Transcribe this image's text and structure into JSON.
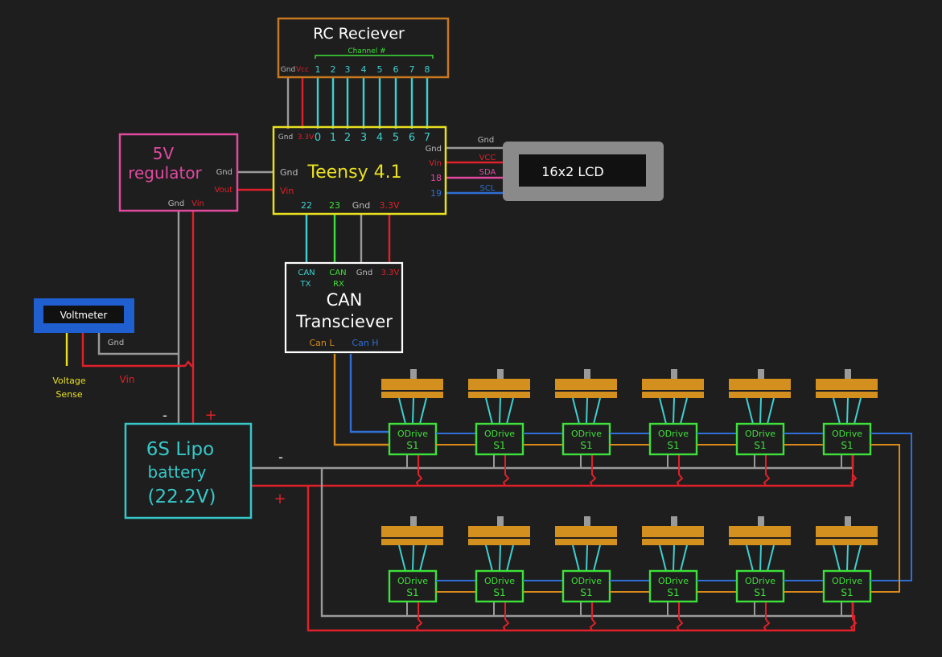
{
  "colors": {
    "background": "#1e1e1e",
    "gnd_wire": "#9a9a9a",
    "power_wire": "#e0202a",
    "signal_wire": "#3fd0d0",
    "can_high": "#2f6fd6",
    "can_low": "#d98a1a",
    "lcd_gray": "#8a8a8a",
    "teensy_yellow": "#e8e020",
    "regulator_pink": "#e24aa0",
    "odrive_green": "#3ee03a",
    "motor_orange": "#d4901e",
    "rc_border": "#c8781e",
    "battery_cyan": "#36c8c8",
    "voltmeter_blue": "#1f5fd0"
  },
  "rc_receiver": {
    "title": "RC Reciever",
    "channel_label": "Channel #",
    "gnd": "Gnd",
    "vcc": "Vcc",
    "channels": [
      "1",
      "2",
      "3",
      "4",
      "5",
      "6",
      "7",
      "8"
    ]
  },
  "teensy": {
    "title": "Teensy 4.1",
    "top_gnd": "Gnd",
    "top_33v": "3.3V",
    "top_pins": [
      "0",
      "1",
      "2",
      "3",
      "4",
      "5",
      "6",
      "7"
    ],
    "left_gnd": "Gnd",
    "left_vin": "Vin",
    "right_gnd": "Gnd",
    "right_vin": "Vin",
    "right_18": "18",
    "right_19": "19",
    "bottom_22": "22",
    "bottom_23": "23",
    "bottom_gnd": "Gnd",
    "bottom_33v": "3.3V"
  },
  "regulator": {
    "title_line1": "5V",
    "title_line2": "regulator",
    "gnd_right": "Gnd",
    "vout": "Vout",
    "gnd_bottom": "Gnd",
    "vin_bottom": "Vin"
  },
  "lcd": {
    "title": "16x2 LCD",
    "gnd": "Gnd",
    "vcc": "VCC",
    "sda": "SDA",
    "scl": "SCL"
  },
  "can_transceiver": {
    "title_line1": "CAN",
    "title_line2": "Transciever",
    "tx_line1": "CAN",
    "tx_line2": "TX",
    "rx_line1": "CAN",
    "rx_line2": "RX",
    "gnd": "Gnd",
    "v33": "3.3V",
    "can_l": "Can L",
    "can_h": "Can H"
  },
  "voltmeter": {
    "title": "Voltmeter",
    "gnd": "Gnd",
    "voltage_sense_line1": "Voltage",
    "voltage_sense_line2": "Sense",
    "vin": "Vin"
  },
  "battery": {
    "line1": "6S Lipo",
    "line2": "battery",
    "line3": "(22.2V)",
    "minus_top": "-",
    "plus_top": "+",
    "minus_right": "-",
    "plus_right": "+"
  },
  "odrive": {
    "line1": "ODrive",
    "line2": "S1",
    "row1_count": 6,
    "row2_count": 6
  }
}
